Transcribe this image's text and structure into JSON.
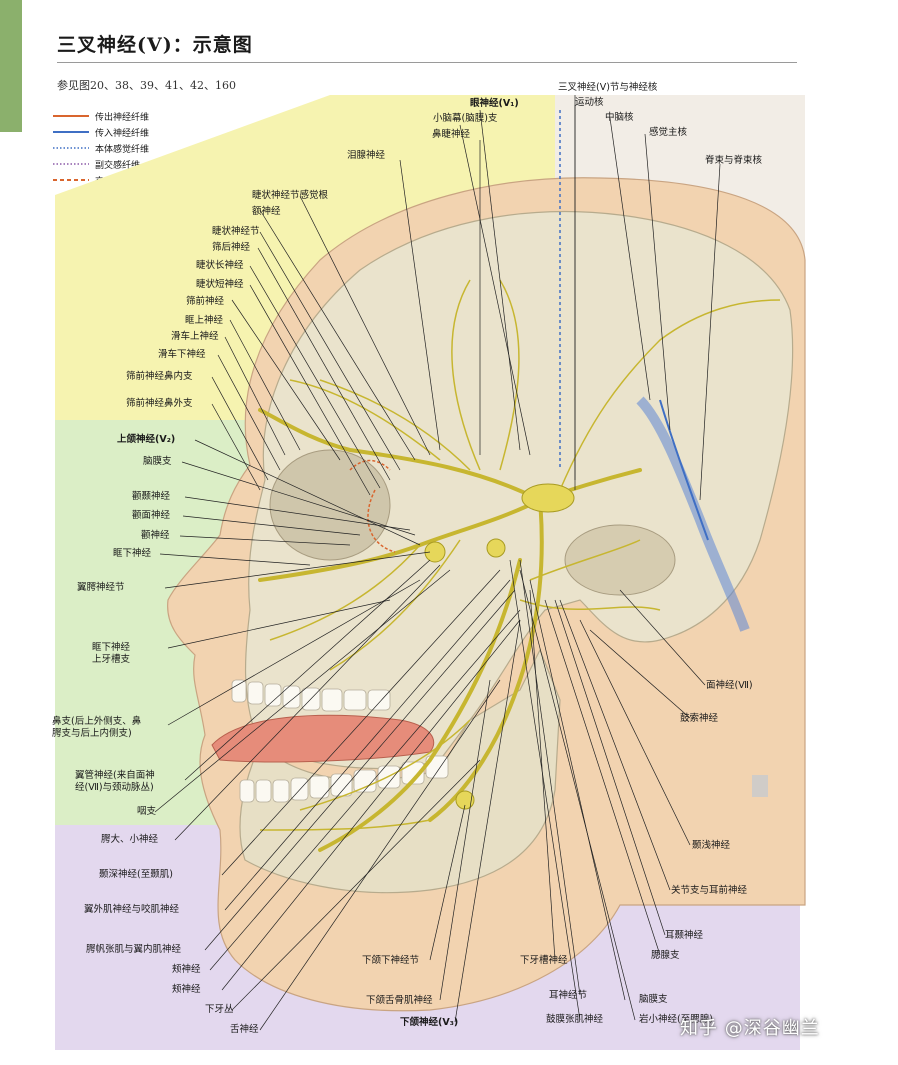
{
  "header": {
    "title": "三叉神经(Ⅴ)：示意图",
    "reference": "参见图20、38、39、41、42、160"
  },
  "legend": [
    {
      "label": "传出神经纤维",
      "color": "#d9652e",
      "style": "solid"
    },
    {
      "label": "传入神经纤维",
      "color": "#3f6fc4",
      "style": "solid"
    },
    {
      "label": "本体感觉纤维",
      "color": "#3f6fc4",
      "style": "dotted"
    },
    {
      "label": "副交感纤维",
      "color": "#8c5aa8",
      "style": "dotted"
    },
    {
      "label": "交感纤维",
      "color": "#d9652e",
      "style": "dashed"
    }
  ],
  "labels": {
    "yan_shenjing": "眼神经(V₁)",
    "xiao_naomo": "小脑幕(脑膜)支",
    "bici_shenjing": "鼻睫神经",
    "lei_xian_shenjing": "泪腺神经",
    "jiezhuang_ganjuegen": "睫状神经节感觉根",
    "e_shenjing": "额神经",
    "jiezhuang_shenjingjie": "睫状神经节",
    "shaihou_shenjing": "筛后神经",
    "jiezhuang_chang": "睫状长神经",
    "jiezhuang_duan": "睫状短神经",
    "shaiqian_shenjing": "筛前神经",
    "kuangshang_shenjing": "眶上神经",
    "huache_shang": "滑车上神经",
    "huache_xia": "滑车下神经",
    "shaiqian_binei": "筛前神经鼻内支",
    "shaiqian_biwai": "筛前神经鼻外支",
    "shanghe_shenjing": "上颌神经(V₂)",
    "naomo_zhi": "脑膜支",
    "quannie_shenjing": "颧颞神经",
    "quanmian_shenjing": "颧面神经",
    "quan_shenjing": "颧神经",
    "kuangxia_shenjing": "眶下神经",
    "yikou_shenjingjie": "翼腭神经节",
    "kuangxia_shangyacao": "眶下神经\n上牙槽支",
    "bizhi": "鼻支(后上外侧支、鼻\n腭支与后上内侧支)",
    "yiguan_shenjing": "翼管神经(来自面神\n经(Ⅶ)与颈动脉丛)",
    "yanzhi": "咽支",
    "e_daxiao": "腭大、小神经",
    "nieshen_shenjing": "颞深神经(至颞肌)",
    "yiwaiji_yaoji": "翼外肌神经与咬肌神经",
    "ezhangji_yineiji": "腭帆张肌与翼内肌神经",
    "jia_shenjing": "颊神经",
    "jia_shenjing_2": "颊神经",
    "xiayacong": "下牙丛",
    "she_shenjing": "舌神经",
    "sancha_hejie": "三叉神经(V)节与神经核",
    "yundong_he": "运动核",
    "zhongnao_he": "中脑核",
    "ganjue_zhuhe": "感觉主核",
    "jisu_he": "脊束与脊束核",
    "mian_shenjing": "面神经(Ⅶ)",
    "gusuo_shenjing": "鼓索神经",
    "niejian_shenjing": "颞浅神经",
    "guanjie_erqian": "关节支与耳前神经",
    "ernie_shenjing": "耳颞神经",
    "saixian_zhi": "腮腺支",
    "naomo_zhi_2": "脑膜支",
    "xiaxia_xiajie": "下颌下神经节",
    "xiayacao_shenjing": "下牙槽神经",
    "ershenjingjie": "耳神经节",
    "xiaxia_shejiji": "下颌舌骨肌神经",
    "xiahe_shenjing": "下颌神经(V₃)",
    "gumo_zhangji": "鼓膜张肌神经",
    "yan_xiaoshenjing": "岩小神经(至腮腺)"
  },
  "watermark": "知乎 @深谷幽兰"
}
